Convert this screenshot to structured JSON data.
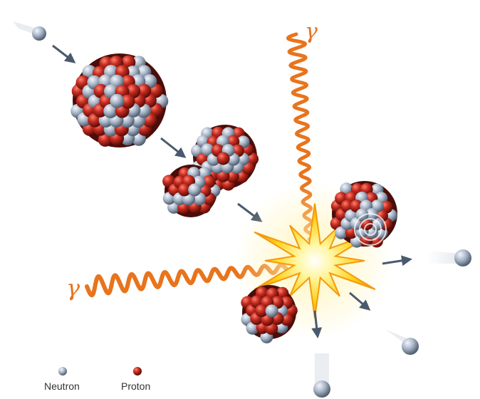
{
  "labels": {
    "gamma_top": "γ",
    "gamma_left": "γ"
  },
  "legend": {
    "neutron": "Neutron",
    "proton": "Proton"
  },
  "colors": {
    "neutron": "#a9b6c8",
    "proton": "#c42b1f",
    "gamma_ray": "#e8741c",
    "arrow": "#4a5a6e",
    "flash": "#ffd21a"
  }
}
